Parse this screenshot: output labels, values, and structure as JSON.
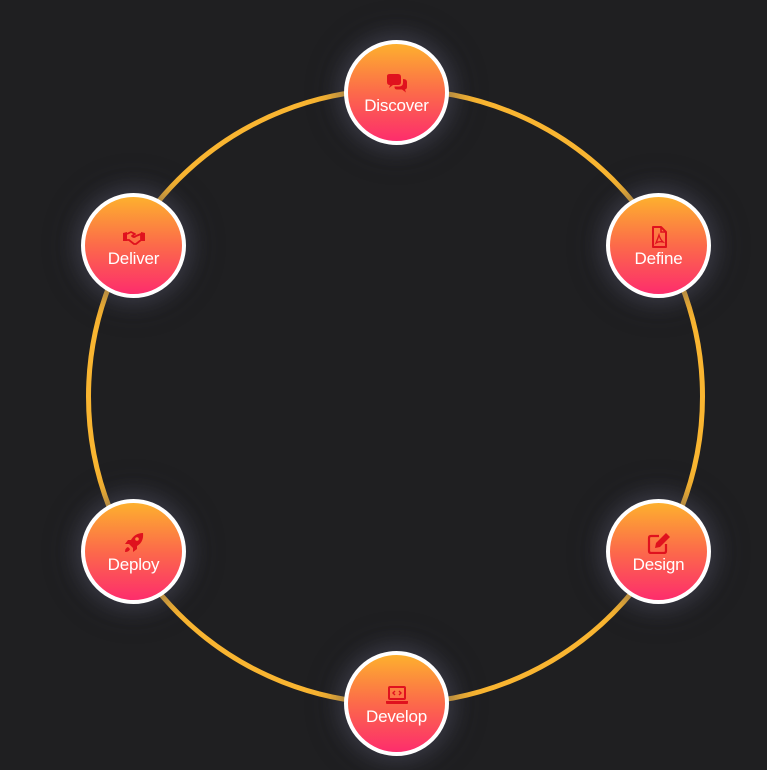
{
  "colors": {
    "background": "#1f1f21",
    "ring": "#f9b531",
    "node_gradient_top": "#fdb02e",
    "node_gradient_bottom": "#fd2d6c",
    "node_border": "#ffffff",
    "icon": "#e0121e",
    "label": "#ffffff"
  },
  "stages": [
    {
      "label": "Discover",
      "icon": "comments-icon"
    },
    {
      "label": "Define",
      "icon": "file-pdf-icon"
    },
    {
      "label": "Design",
      "icon": "edit-icon"
    },
    {
      "label": "Develop",
      "icon": "laptop-code-icon"
    },
    {
      "label": "Deploy",
      "icon": "rocket-icon"
    },
    {
      "label": "Deliver",
      "icon": "handshake-icon"
    }
  ]
}
